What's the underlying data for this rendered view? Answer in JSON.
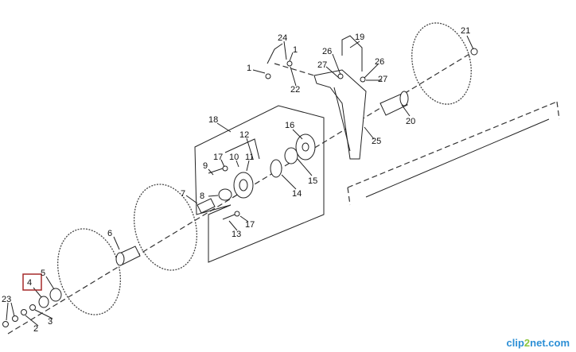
{
  "diagram": {
    "callouts": {
      "c24": "24",
      "c1a": "1",
      "c1b": "1",
      "c22": "22",
      "c19": "19",
      "c26a": "26",
      "c27a": "27",
      "c26b": "26",
      "c27b": "27",
      "c21": "21",
      "c20": "20",
      "c25": "25",
      "c18": "18",
      "c12": "12",
      "c16": "16",
      "c17a": "17",
      "c10": "10",
      "c11": "11",
      "c9": "9",
      "c7": "7",
      "c8": "8",
      "c15": "15",
      "c14": "14",
      "c17b": "17",
      "c13": "13",
      "c6": "6",
      "c5": "5",
      "c4": "4",
      "c23": "23",
      "c2": "2",
      "c3": "3"
    },
    "highlight_color": "#a52a2a"
  },
  "watermark": {
    "prefix": "clip",
    "accent": "2",
    "suffix": "net.com"
  }
}
